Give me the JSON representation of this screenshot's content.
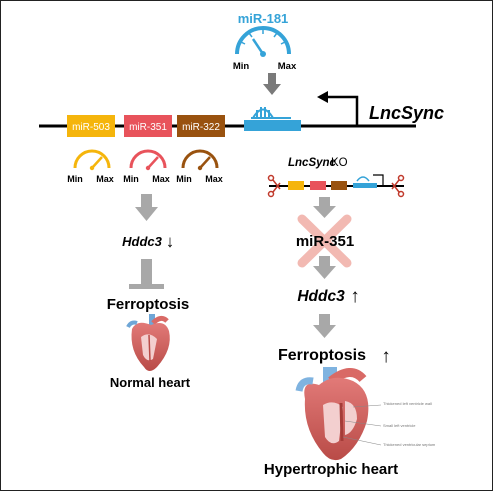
{
  "top_regulator": {
    "label": "miR-181",
    "gauge_min": "Min",
    "gauge_max": "Max"
  },
  "locus": {
    "gene_name": "LncSync",
    "mirnas": [
      {
        "name": "miR-503",
        "color": "#f5b50c"
      },
      {
        "name": "miR-351",
        "color": "#e8535b"
      },
      {
        "name": "miR-322",
        "color": "#99520f"
      }
    ],
    "lnc_color": "#35a3d8",
    "gauges": [
      {
        "min": "Min",
        "max": "Max",
        "color": "#f5b50c"
      },
      {
        "min": "Min",
        "max": "Max",
        "color": "#e8535b"
      },
      {
        "min": "Min",
        "max": "Max",
        "color": "#99520f"
      }
    ]
  },
  "left_pathway": {
    "gene": "Hddc3",
    "gene_arrow": "↓",
    "process": "Ferroptosis",
    "outcome": "Normal heart"
  },
  "right_pathway": {
    "ko_gene": "LncSync",
    "ko_suffix": " KO",
    "mirna": "miR-351",
    "gene": "Hddc3",
    "gene_arrow": "↑",
    "process": "Ferroptosis",
    "process_arrow": "↑",
    "outcome": "Hypertrophic heart",
    "heart_annotations": [
      "Thickened left ventricle wall",
      "Small left ventricle",
      "Thickened ventricular septum"
    ]
  },
  "colors": {
    "arrow": "#a8a8a8",
    "cross": "#f2b9b2",
    "text": "#000000"
  }
}
